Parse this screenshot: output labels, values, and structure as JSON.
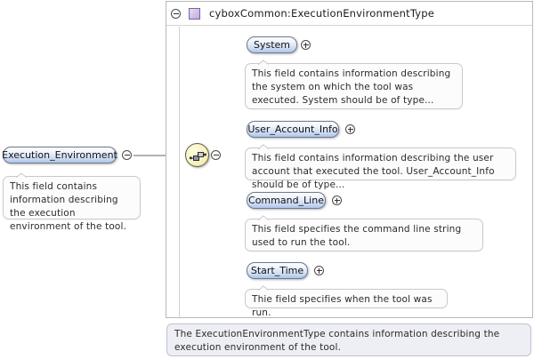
{
  "type_container": {
    "collapse_icon": "minus-circle-icon",
    "type_icon": "complex-type-square-icon",
    "title": "cyboxCommon:ExecutionEnvironmentType"
  },
  "root_element": {
    "label": "Execution_Environment",
    "toggle_icon": "minus-circle-icon",
    "description": "This field contains information describing the execution environment of the tool."
  },
  "compositor": {
    "kind": "sequence",
    "icon": "sequence-icon",
    "toggle_icon": "minus-circle-icon"
  },
  "children": [
    {
      "label": "System",
      "toggle_icon": "plus-circle-icon",
      "description": "This field contains information describing the system on which the tool was executed. System should be of type..."
    },
    {
      "label": "User_Account_Info",
      "toggle_icon": "plus-circle-icon",
      "description": "This field contains information describing the user account that executed the tool. User_Account_Info should be of type..."
    },
    {
      "label": "Command_Line",
      "toggle_icon": "plus-circle-icon",
      "description": "This field specifies the command line string used to run the tool."
    },
    {
      "label": "Start_Time",
      "toggle_icon": "plus-circle-icon",
      "description": "Thie field specifies when the tool was run."
    }
  ],
  "documentation": {
    "text": "The ExecutionEnvironmentType contains information describing the execution environment of the tool."
  },
  "colors": {
    "element_border": "#6d7a8c",
    "element_fill_top": "#fdfdff",
    "element_fill_bottom": "#aec6e8",
    "compositor_fill": "#f4efb9",
    "type_icon": "#bfaede",
    "doc_panel_bg": "#eeeef5",
    "wire": "#9a9a9a"
  }
}
